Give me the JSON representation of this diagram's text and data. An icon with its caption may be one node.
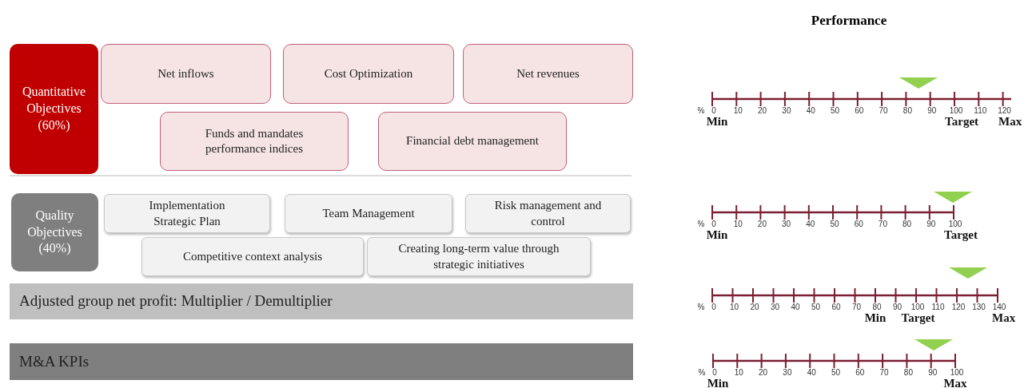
{
  "diagram": {
    "title": "Performance",
    "nodes": [
      {
        "text": [
          "Quantitative Objectives (60%)"
        ]
      },
      {
        "text": [
          "Net inflows"
        ]
      },
      {
        "text": [
          "Cost Optimization"
        ]
      },
      {
        "text": [
          "Net revenues"
        ]
      },
      {
        "text": [
          "Funds and mandates performance indices"
        ]
      },
      {
        "text": [
          "Financial debt management"
        ]
      },
      {
        "text": [
          "Quality Objectives (40%)"
        ]
      },
      {
        "text": [
          "Implementation Strategic Plan"
        ]
      },
      {
        "text": [
          "Team Management"
        ]
      },
      {
        "text": [
          "Risk management and control"
        ]
      },
      {
        "text": [
          "Competitive context analysis"
        ]
      },
      {
        "text": [
          "Creating long-term value through strategic initiatives"
        ]
      },
      {
        "text": [
          "Adjusted group net profit: Multiplier / Demultiplier"
        ]
      },
      {
        "text": [
          "M&A KPIs"
        ]
      }
    ],
    "labels": [
      "%",
      "0",
      "10",
      "20",
      "30",
      "40",
      "50",
      "60",
      "70",
      "80",
      "90",
      "100",
      "110",
      "120",
      "Min",
      "Target",
      "Max",
      "%",
      "0",
      "10",
      "20",
      "30",
      "40",
      "50",
      "60",
      "70",
      "80",
      "90",
      "100",
      "Min",
      "Target",
      "%",
      "0",
      "10",
      "20",
      "30",
      "40",
      "50",
      "60",
      "70",
      "80",
      "90",
      "100",
      "110",
      "120",
      "130",
      "140",
      "Min",
      "Target",
      "Max",
      "%",
      "0",
      "10",
      "20",
      "30",
      "40",
      "50",
      "60",
      "70",
      "80",
      "90",
      "100",
      "Min",
      "Max"
    ]
  }
}
